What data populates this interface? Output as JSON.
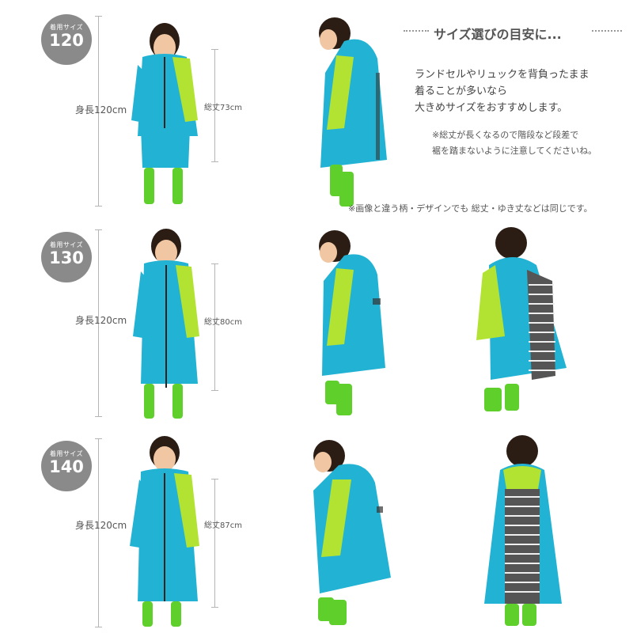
{
  "rows": [
    {
      "badge_caption": "着用サイズ",
      "badge_size": "120",
      "height_label": "身長120cm",
      "length_label": "総丈73cm"
    },
    {
      "badge_caption": "着用サイズ",
      "badge_size": "130",
      "height_label": "身長120cm",
      "length_label": "総丈80cm"
    },
    {
      "badge_caption": "着用サイズ",
      "badge_size": "140",
      "height_label": "身長120cm",
      "length_label": "総丈87cm"
    }
  ],
  "info": {
    "title": "サイズ選びの目安に...",
    "lines": [
      "ランドセルやリュックを背負ったまま",
      "着ることが多いなら",
      "大きめサイズをおすすめします。"
    ],
    "caution": [
      "※総丈が長くなるので階段など段差で",
      "裾を踏まないように注意してくださいね。"
    ]
  },
  "footnote": "※画像と違う柄・デザインでも 総丈・ゆき丈などは同じです。",
  "colors": {
    "coat": "#22b3d4",
    "sleeve": "#b3e332",
    "boot": "#5fcf2c",
    "hair": "#2b1d14",
    "skin": "#f1c7a3",
    "badge": "#8a8a8a"
  }
}
